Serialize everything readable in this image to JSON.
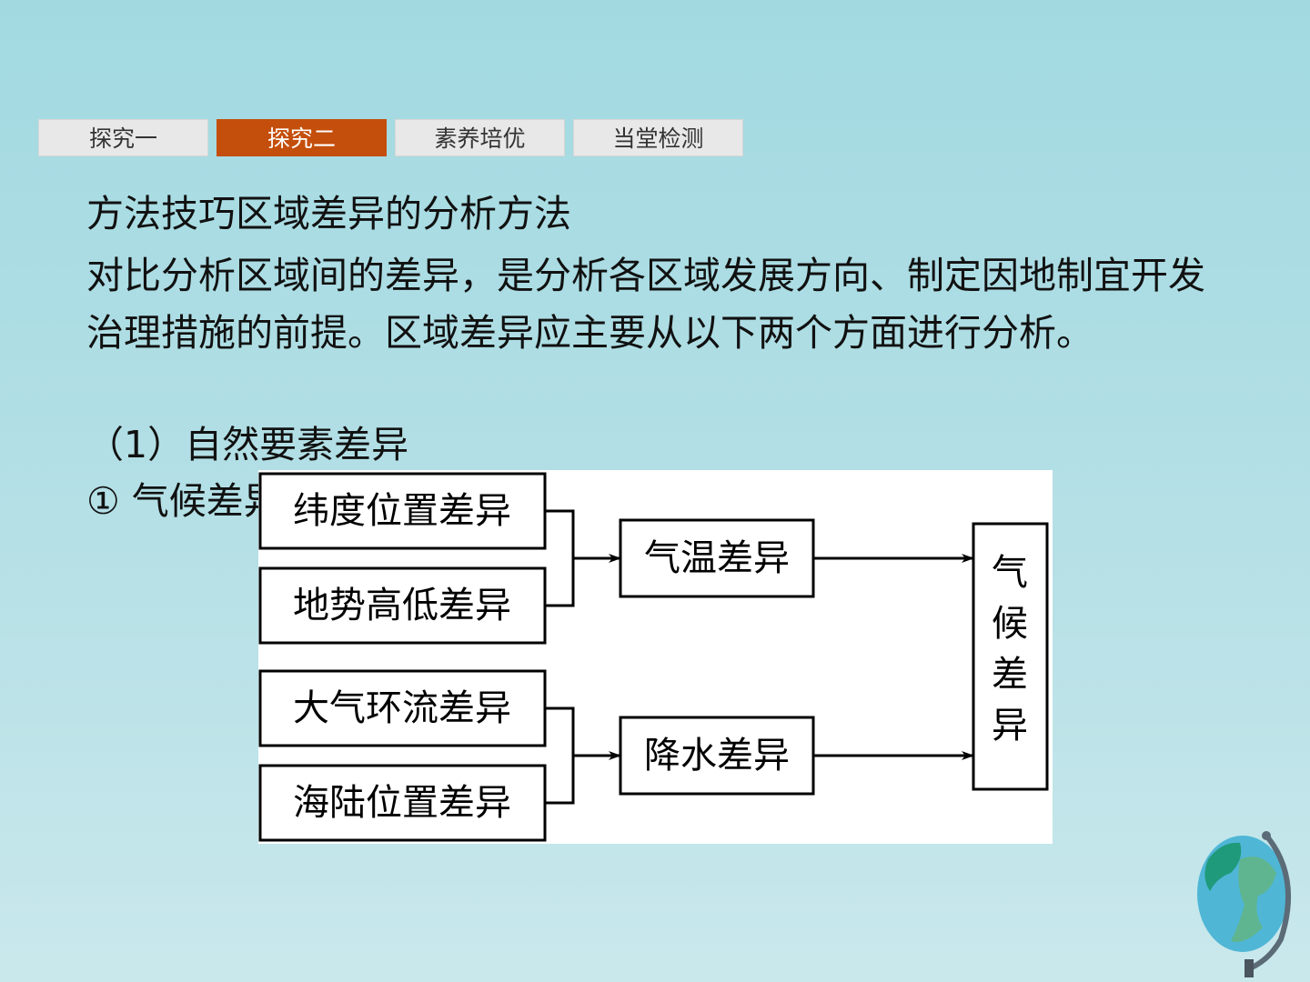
{
  "tabs": [
    {
      "label": "探究一",
      "active": false
    },
    {
      "label": "探究二",
      "active": true
    },
    {
      "label": "素养培优",
      "active": false
    },
    {
      "label": "当堂检测",
      "active": false
    }
  ],
  "content": {
    "heading": "方法技巧区域差异的分析方法",
    "paragraph": "对比分析区域间的差异，是分析各区域发展方向、制定因地制宜开发治理措施的前提。区域差异应主要从以下两个方面进行分析。",
    "subheading": "（1）自然要素差异",
    "point": "① 气候差异"
  },
  "diagram": {
    "nodes": {
      "latitude": "纬度位置差异",
      "terrain": "地势高低差异",
      "circulation": "大气环流差异",
      "land_sea": "海陆位置差异",
      "temperature": "气温差异",
      "precipitation": "降水差异",
      "climate": "气候差异"
    }
  },
  "colors": {
    "tab_active": "#c44e0b",
    "tab_inactive": "#e8e8e8"
  }
}
